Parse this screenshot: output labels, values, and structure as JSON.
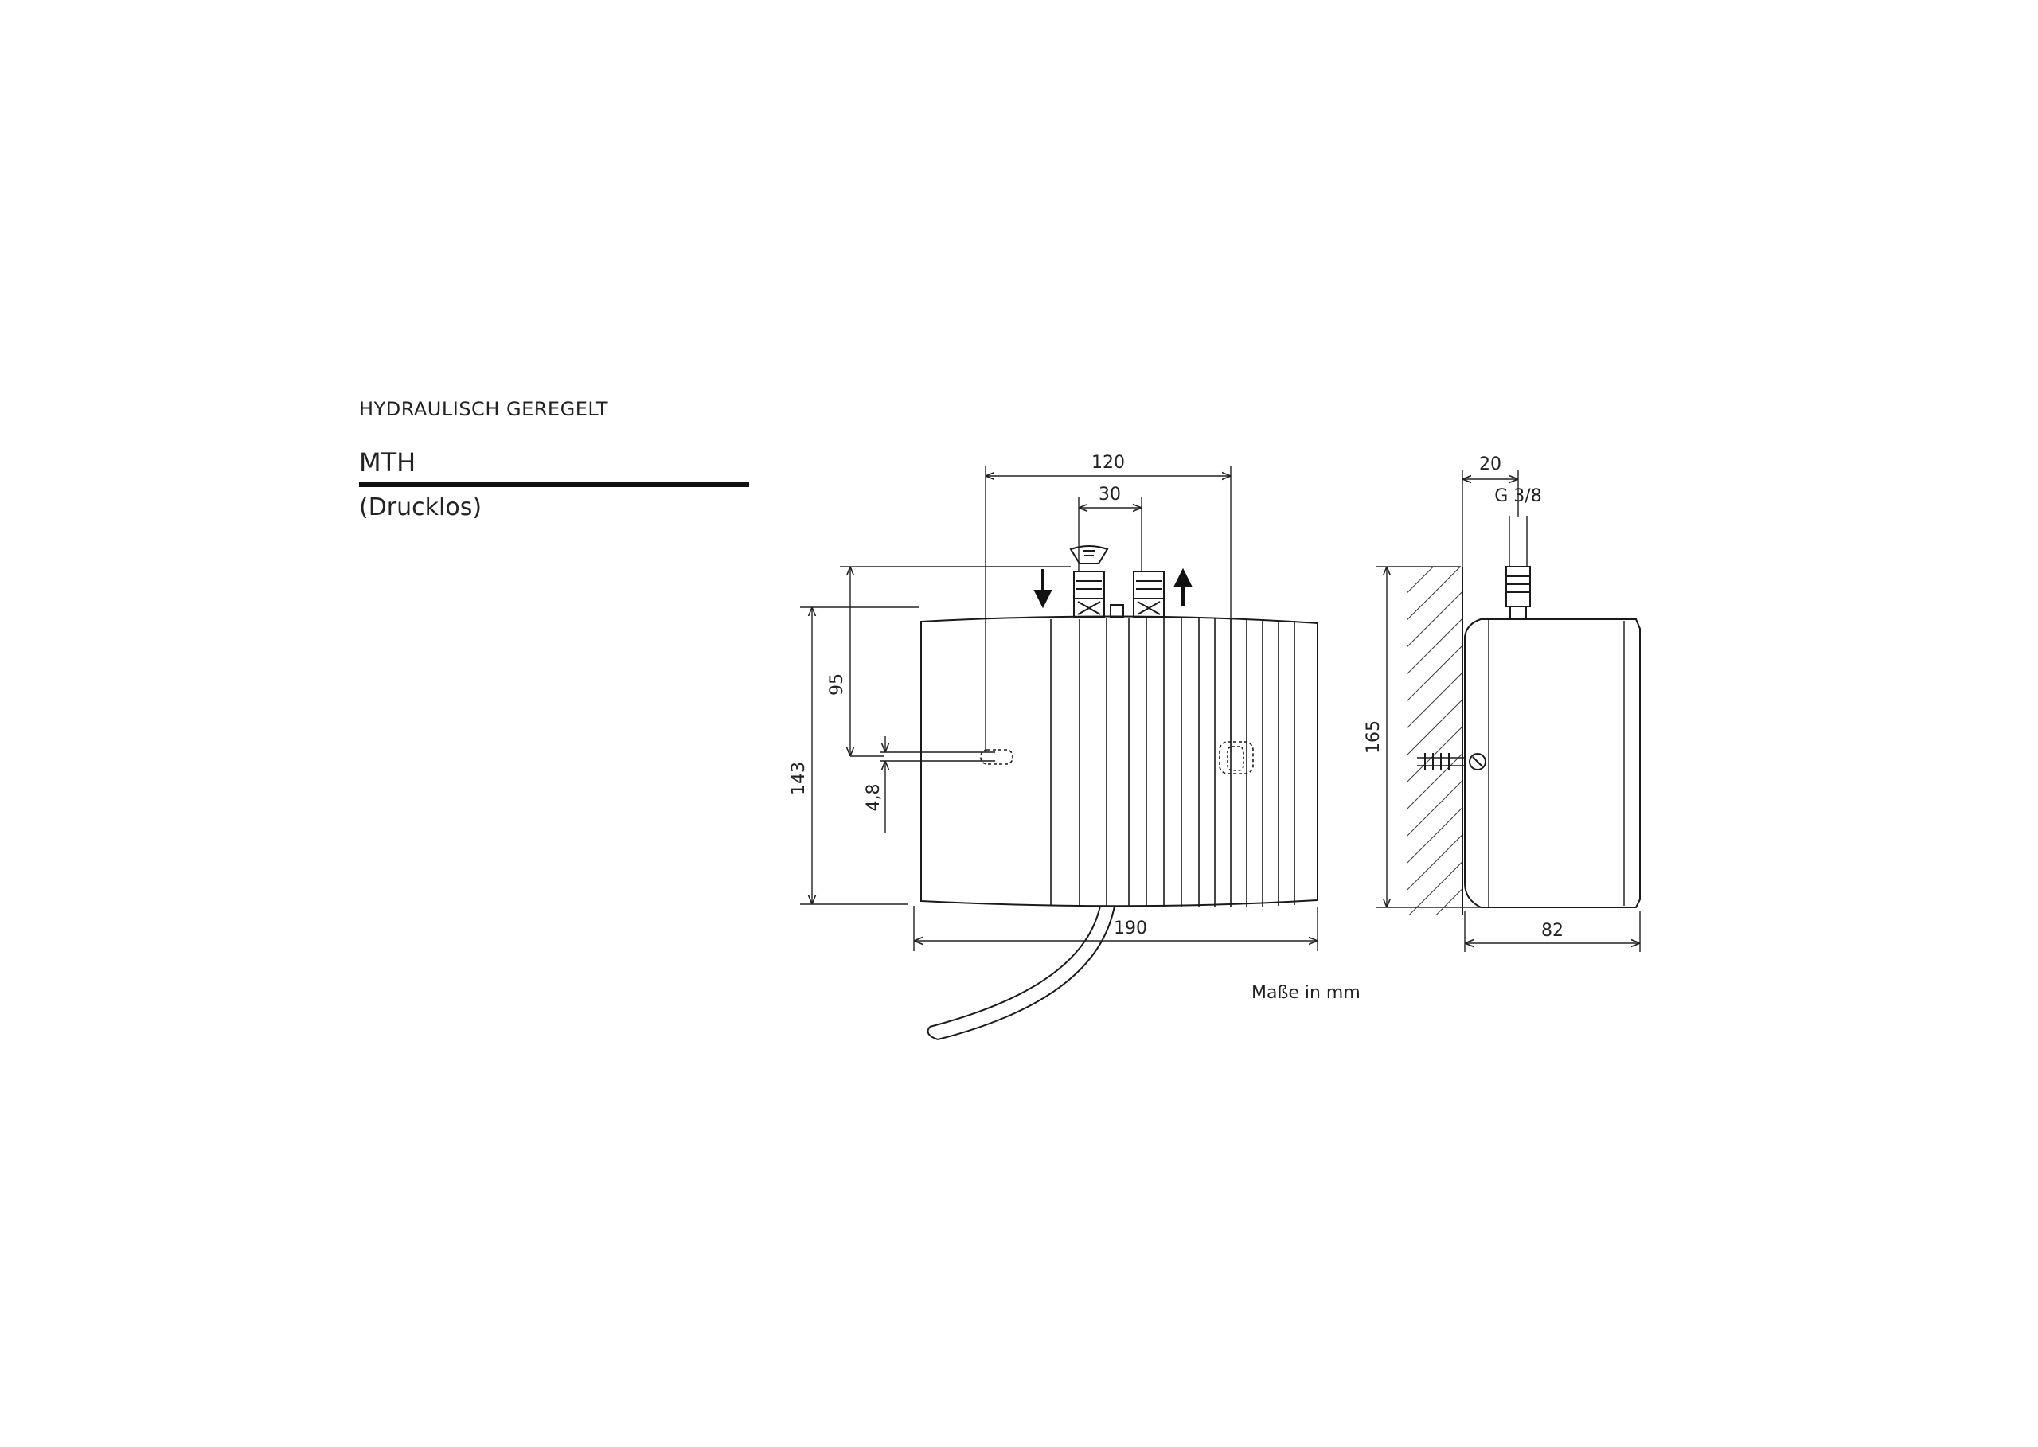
{
  "header": {
    "category": "HYDRAULISCH GEREGELT",
    "model": "MTH",
    "variant": "(Drucklos)"
  },
  "front_view": {
    "dim_top_width": "120",
    "dim_connector_spacing": "30",
    "dim_height_to_bracket": "95",
    "dim_overall_height": "143",
    "dim_bracket_hole": "4,8",
    "dim_overall_width": "190"
  },
  "side_view": {
    "dim_wall_offset": "20",
    "dim_thread": "G 3/8",
    "dim_height": "165",
    "dim_depth": "82"
  },
  "units_note": "Maße in mm",
  "colors": {
    "line": "#1a1a1a",
    "text": "#222222",
    "hatch": "#333333"
  }
}
